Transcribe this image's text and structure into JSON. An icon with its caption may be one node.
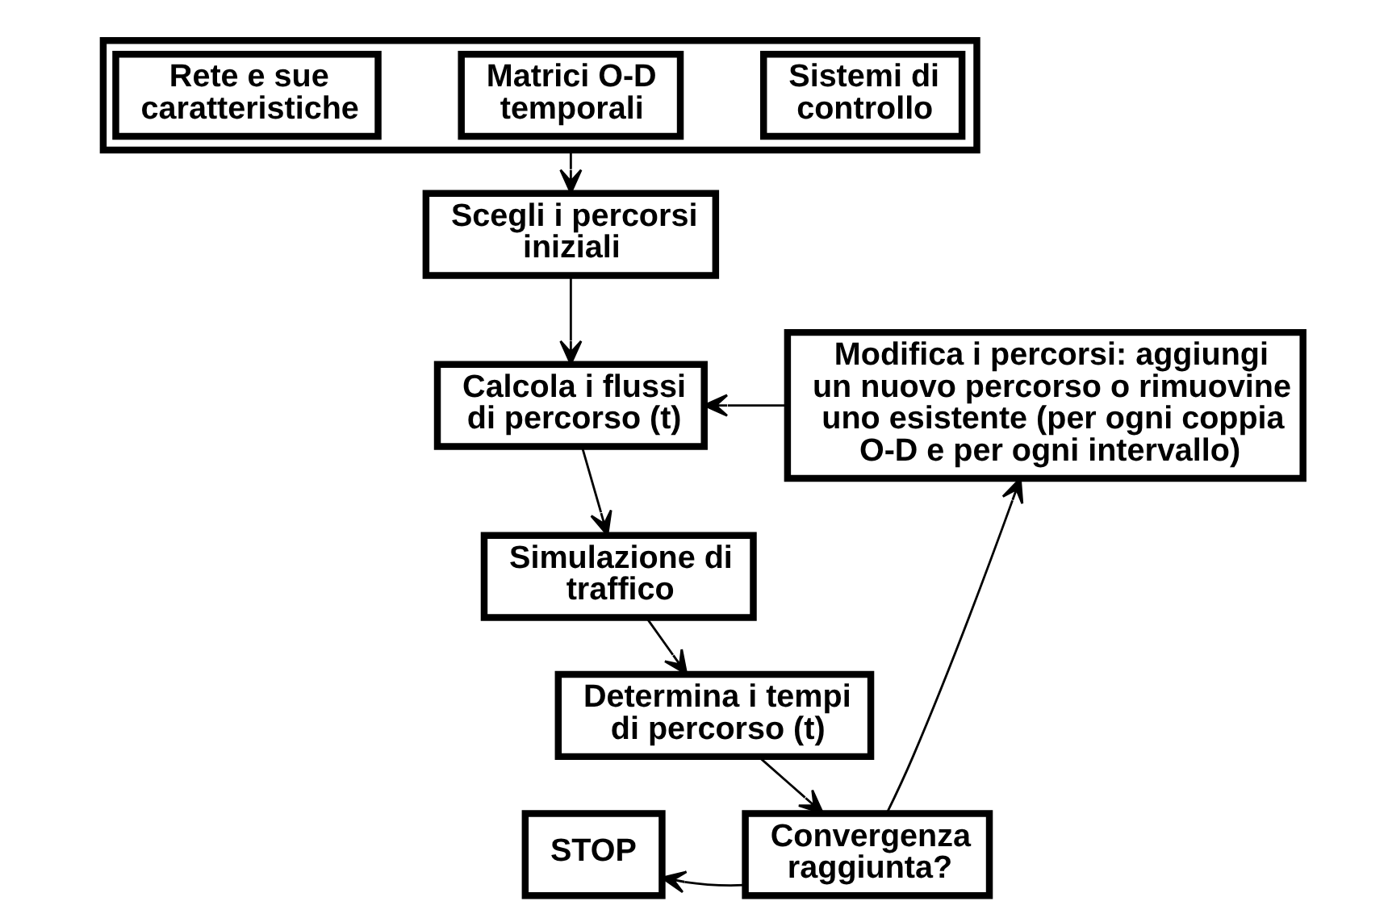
{
  "diagram": {
    "nodes": [
      {
        "text": [],
        "shape": "box"
      },
      {
        "text": [
          "Rete e sue caratteristiche"
        ],
        "in": 0
      },
      {
        "text": [
          "Matrici O-D temporali"
        ],
        "in": 0
      },
      {
        "text": [
          "Sistemi di controllo"
        ],
        "in": 0
      },
      {
        "text": [
          "Scegli i percorsi iniziali"
        ]
      },
      {
        "text": [
          "Calcola i flussi di percorso (t)"
        ]
      },
      {
        "text": [
          "Simulazione di traffico"
        ]
      },
      {
        "text": [
          "Determina i tempi di percorso (t)"
        ]
      },
      {
        "text": [
          "Convergenza raggiunta?"
        ]
      },
      {
        "text": [
          "STOP"
        ]
      },
      {
        "text": [
          "Modifica i percorsi: aggiungi un nuovo percorso o rimuovine uno esistente (per ogni coppia O-D e per ogni intervallo)"
        ]
      }
    ],
    "edges": [
      {
        "from": 0,
        "to": 4,
        "arrow": "to"
      },
      {
        "from": 4,
        "to": 5,
        "arrow": "to"
      },
      {
        "from": 5,
        "to": 6,
        "arrow": "to"
      },
      {
        "from": 6,
        "to": 7,
        "arrow": "to"
      },
      {
        "from": 7,
        "to": 8,
        "arrow": "to"
      },
      {
        "from": 8,
        "to": 9,
        "arrow": "to"
      },
      {
        "from": 8,
        "to": 10,
        "arrow": "to"
      },
      {
        "from": 10,
        "to": 5,
        "arrow": "to"
      }
    ]
  }
}
